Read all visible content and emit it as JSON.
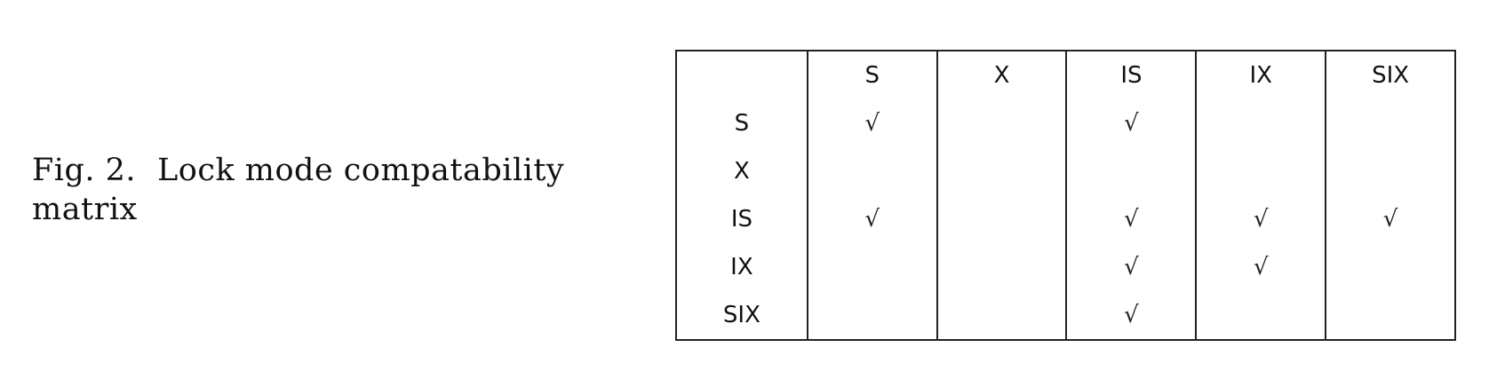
{
  "caption": {
    "fig_label": "Fig. 2.",
    "text": "Lock mode compatability matrix"
  },
  "matrix": {
    "column_headers": [
      "",
      "S",
      "X",
      "IS",
      "IX",
      "SIX"
    ],
    "row_headers": [
      "S",
      "X",
      "IS",
      "IX",
      "SIX"
    ],
    "check_symbol": "√",
    "rows": [
      [
        "√",
        "",
        "√",
        "",
        ""
      ],
      [
        "",
        "",
        "",
        "",
        ""
      ],
      [
        "√",
        "",
        "√",
        "√",
        "√"
      ],
      [
        "",
        "",
        "√",
        "√",
        ""
      ],
      [
        "",
        "",
        "√",
        "",
        ""
      ]
    ]
  }
}
